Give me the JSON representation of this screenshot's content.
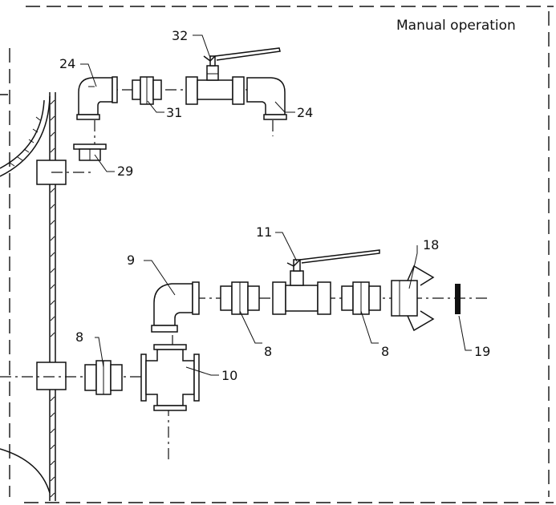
{
  "title": "Manual operation",
  "labels": {
    "p32": "32",
    "p24a": "24",
    "p31": "31",
    "p24b": "24",
    "p29": "29",
    "p11": "11",
    "p18": "18",
    "p9": "9",
    "p8a": "8",
    "p8b": "8",
    "p8c": "8",
    "p19": "19",
    "p10": "10"
  }
}
